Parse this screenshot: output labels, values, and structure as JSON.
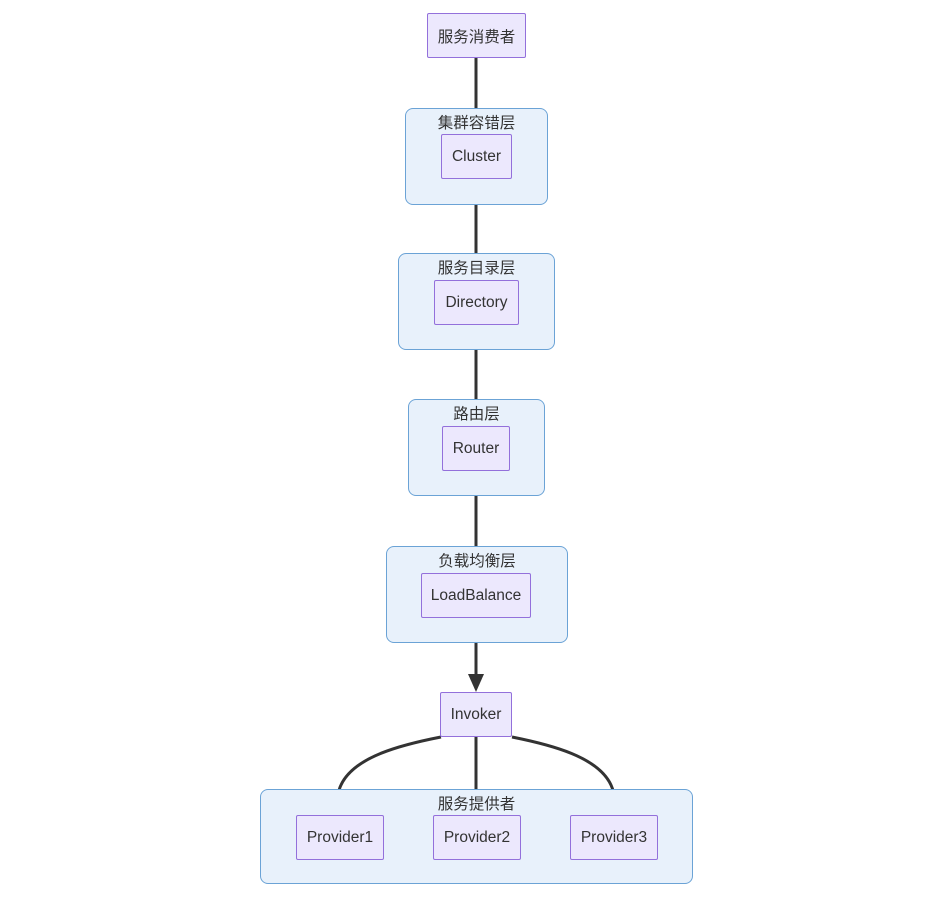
{
  "diagram": {
    "type": "flowchart",
    "direction": "top-down",
    "title": "",
    "background_color": "#ffffff",
    "node_fill": "#ece8fd",
    "node_border": "#9370db",
    "subgraph_fill": "#e8f1fb",
    "subgraph_border": "#6ba3d6",
    "edge_color": "#333333",
    "text_color": "#333333"
  },
  "nodes": {
    "consumer": {
      "label": "服务消费者"
    },
    "cluster": {
      "label": "Cluster"
    },
    "directory": {
      "label": "Directory"
    },
    "router": {
      "label": "Router"
    },
    "loadbalance": {
      "label": "LoadBalance"
    },
    "invoker": {
      "label": "Invoker"
    },
    "provider1": {
      "label": "Provider1"
    },
    "provider2": {
      "label": "Provider2"
    },
    "provider3": {
      "label": "Provider3"
    }
  },
  "subgraphs": {
    "cluster_layer": {
      "title": "集群容错层"
    },
    "directory_layer": {
      "title": "服务目录层"
    },
    "router_layer": {
      "title": "路由层"
    },
    "loadbalance_layer": {
      "title": "负载均衡层"
    },
    "provider_group": {
      "title": "服务提供者"
    }
  },
  "edges": [
    {
      "from": "服务消费者",
      "to": "Cluster",
      "label": ""
    },
    {
      "from": "Cluster",
      "to": "Directory",
      "label": ""
    },
    {
      "from": "Directory",
      "to": "Router",
      "label": ""
    },
    {
      "from": "Router",
      "to": "LoadBalance",
      "label": ""
    },
    {
      "from": "LoadBalance",
      "to": "Invoker",
      "label": ""
    },
    {
      "from": "Invoker",
      "to": "Provider1",
      "label": ""
    },
    {
      "from": "Invoker",
      "to": "Provider2",
      "label": ""
    },
    {
      "from": "Invoker",
      "to": "Provider3",
      "label": ""
    }
  ]
}
